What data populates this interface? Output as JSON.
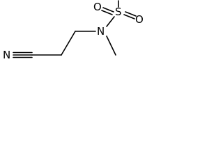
{
  "structure": {
    "atoms": {
      "nitrile_n": "N",
      "amide_n": "N",
      "sulfur": "S",
      "oxygen_left": "O",
      "oxygen_right": "O"
    }
  },
  "colors": {
    "bond": "#000000",
    "atom_text": "#000000",
    "background": "#ffffff"
  }
}
